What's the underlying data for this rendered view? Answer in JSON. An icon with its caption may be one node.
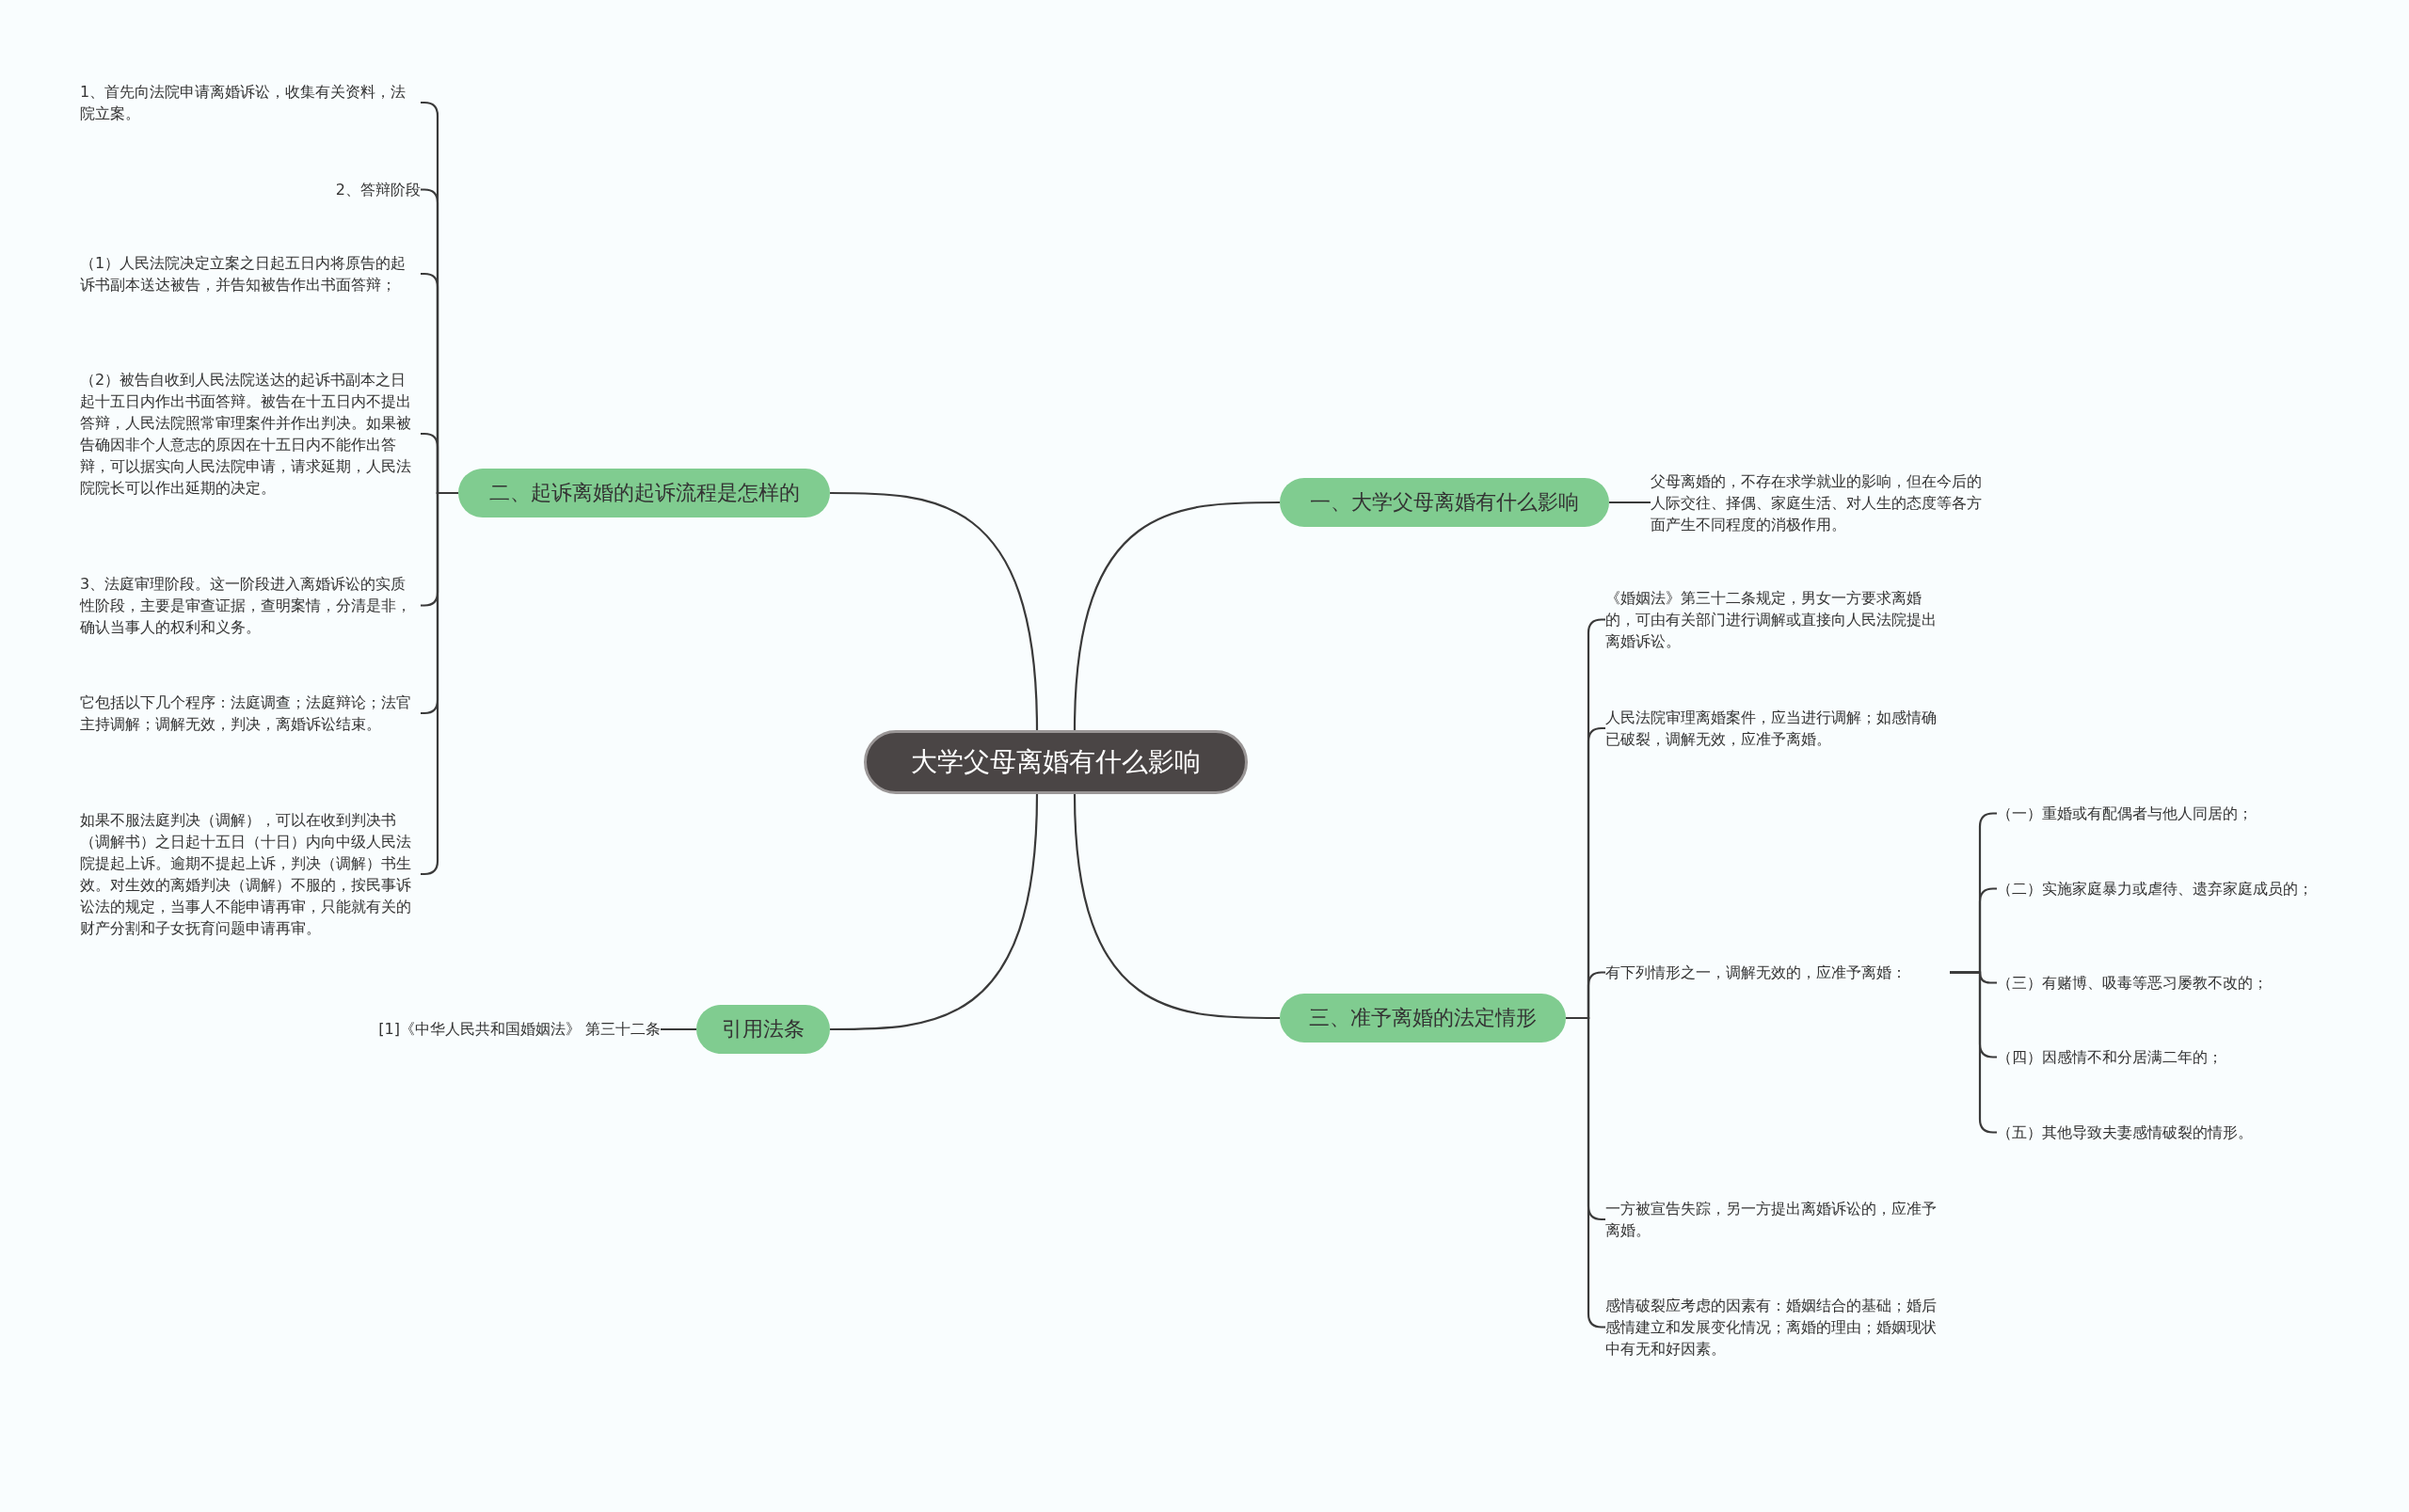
{
  "diagram": {
    "nodes": [
      {
        "text": [
          "大学父母离婚有什么影响"
        ]
      },
      {
        "text": [
          "一、大学父母离婚有什么影响"
        ]
      },
      {
        "text": [
          "父母离婚的，不存在求学就业的影响，但在今后的人际交往、择偶、家庭生活、对人生的态度等各方面产生不同程度的消极作用。"
        ]
      },
      {
        "text": [
          "二、起诉离婚的起诉流程是怎样的"
        ]
      },
      {
        "text": [
          "1、首先向法院申请离婚诉讼，收集有关资料，法院立案。"
        ]
      },
      {
        "text": [
          "2、答辩阶段"
        ]
      },
      {
        "text": [
          "（1）人民法院决定立案之日起五日内将原告的起诉书副本送达被告，并告知被告作出书面答辩；"
        ]
      },
      {
        "text": [
          "（2）被告自收到人民法院送达的起诉书副本之日起十五日内作出书面答辩。被告在十五日内不提出答辩，人民法院照常审理案件并作出判决。如果被告确因非个人意志的原因在十五日内不能作出答辩，可以据实向人民法院申请，请求延期，人民法院院长可以作出延期的决定。"
        ]
      },
      {
        "text": [
          "3、法庭审理阶段。这一阶段进入离婚诉讼的实质性阶段，主要是审查证据，查明案情，分清是非，确认当事人的权利和义务。"
        ]
      },
      {
        "text": [
          "它包括以下几个程序：法庭调查；法庭辩论；法官主持调解；调解无效，判决，离婚诉讼结束。"
        ]
      },
      {
        "text": [
          "如果不服法庭判决（调解），可以在收到判决书（调解书）之日起十五日（十日）内向中级人民法院提起上诉。逾期不提起上诉，判决（调解）书生效。对生效的离婚判决（调解）不服的，按民事诉讼法的规定，当事人不能申请再审，只能就有关的财产分割和子女抚育问题申请再审。"
        ]
      },
      {
        "text": [
          "引用法条"
        ]
      },
      {
        "text": [
          "[1]《中华人民共和国婚姻法》 第三十二条"
        ]
      },
      {
        "text": [
          "三、准予离婚的法定情形"
        ]
      },
      {
        "text": [
          "《婚姻法》第三十二条规定，男女一方要求离婚的，可由有关部门进行调解或直接向人民法院提出离婚诉讼。"
        ]
      },
      {
        "text": [
          "人民法院审理离婚案件，应当进行调解；如感情确已破裂，调解无效，应准予离婚。"
        ]
      },
      {
        "text": [
          "有下列情形之一，调解无效的，应准予离婚："
        ]
      },
      {
        "text": [
          "（一）重婚或有配偶者与他人同居的；"
        ]
      },
      {
        "text": [
          "（二）实施家庭暴力或虐待、遗弃家庭成员的；"
        ]
      },
      {
        "text": [
          "（三）有赌博、吸毒等恶习屡教不改的；"
        ]
      },
      {
        "text": [
          "（四）因感情不和分居满二年的；"
        ]
      },
      {
        "text": [
          "（五）其他导致夫妻感情破裂的情形。"
        ]
      },
      {
        "text": [
          "一方被宣告失踪，另一方提出离婚诉讼的，应准予离婚。"
        ]
      },
      {
        "text": [
          "感情破裂应考虑的因素有：婚姻结合的基础；婚后感情建立和发展变化情况；离婚的理由；婚姻现状中有无和好因素。"
        ]
      }
    ],
    "edges": [
      {
        "from": 0,
        "to": 1,
        "arrow": "none"
      },
      {
        "from": 1,
        "to": 2,
        "arrow": "none"
      },
      {
        "from": 0,
        "to": 3,
        "arrow": "none"
      },
      {
        "from": 3,
        "to": 4,
        "arrow": "none"
      },
      {
        "from": 3,
        "to": 5,
        "arrow": "none"
      },
      {
        "from": 3,
        "to": 6,
        "arrow": "none"
      },
      {
        "from": 3,
        "to": 7,
        "arrow": "none"
      },
      {
        "from": 3,
        "to": 8,
        "arrow": "none"
      },
      {
        "from": 3,
        "to": 9,
        "arrow": "none"
      },
      {
        "from": 3,
        "to": 10,
        "arrow": "none"
      },
      {
        "from": 0,
        "to": 11,
        "arrow": "none"
      },
      {
        "from": 11,
        "to": 12,
        "arrow": "none"
      },
      {
        "from": 0,
        "to": 13,
        "arrow": "none"
      },
      {
        "from": 13,
        "to": 14,
        "arrow": "none"
      },
      {
        "from": 13,
        "to": 15,
        "arrow": "none"
      },
      {
        "from": 13,
        "to": 16,
        "arrow": "none"
      },
      {
        "from": 16,
        "to": 17,
        "arrow": "none"
      },
      {
        "from": 16,
        "to": 18,
        "arrow": "none"
      },
      {
        "from": 16,
        "to": 19,
        "arrow": "none"
      },
      {
        "from": 16,
        "to": 20,
        "arrow": "none"
      },
      {
        "from": 16,
        "to": 21,
        "arrow": "none"
      },
      {
        "from": 13,
        "to": 22,
        "arrow": "none"
      },
      {
        "from": 13,
        "to": 23,
        "arrow": "none"
      }
    ]
  }
}
